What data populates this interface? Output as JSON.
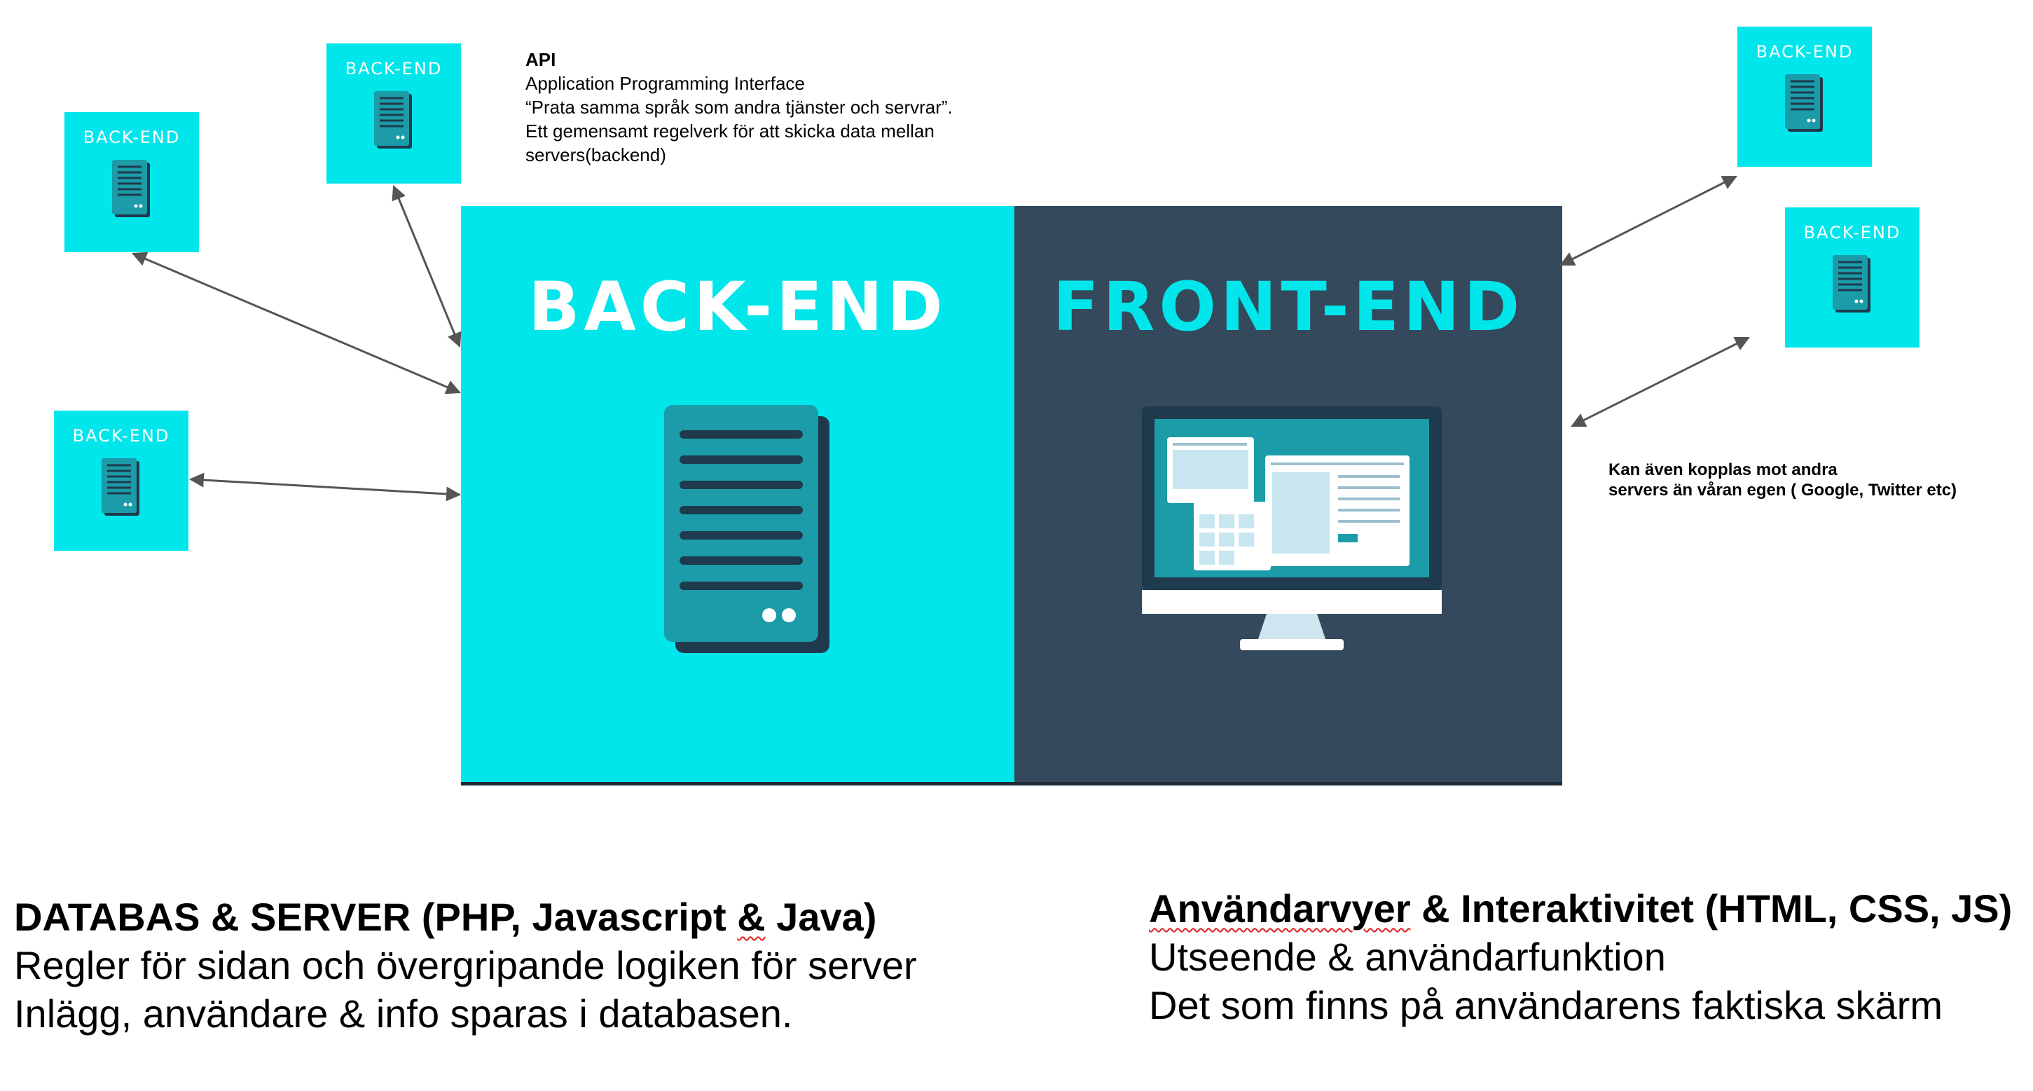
{
  "api_note": {
    "heading": "API",
    "line1": "Application Programming Interface",
    "line2": "“Prata samma språk som andra tjänster och servrar”.",
    "line3": "Ett gemensamt regelverk för att skicka data mellan",
    "line4": "servers(backend)"
  },
  "small_boxes": [
    {
      "label": "BACK-END"
    },
    {
      "label": "BACK-END"
    },
    {
      "label": "BACK-END"
    },
    {
      "label": "BACK-END"
    },
    {
      "label": "BACK-END"
    }
  ],
  "main_panel": {
    "backend_title": "BACK-END",
    "frontend_title": "FRONT-END"
  },
  "side_note": {
    "line1": "Kan även kopplas mot andra",
    "line2": "servers än våran egen ( Google, Twitter etc)"
  },
  "caption_left": {
    "heading_a": "DATABAS & SERVER (PHP, Javascript ",
    "heading_amp": "&",
    "heading_b": " Java)",
    "line1": "Regler för sidan och övergripande logiken för server",
    "line2": "Inlägg, användare & info sparas i databasen."
  },
  "caption_right": {
    "heading_a": "Användarvyer",
    "heading_b": " & Interaktivitet (HTML, CSS, JS)",
    "line1": "Utseende & användarfunktion",
    "line2": "Det som finns på användarens faktiska skärm"
  },
  "colors": {
    "cyan": "#00E6EB",
    "navy": "#34495C",
    "server_icon": "#1B9CA8",
    "server_lines": "#1E3A4C",
    "arrow": "#555555"
  }
}
